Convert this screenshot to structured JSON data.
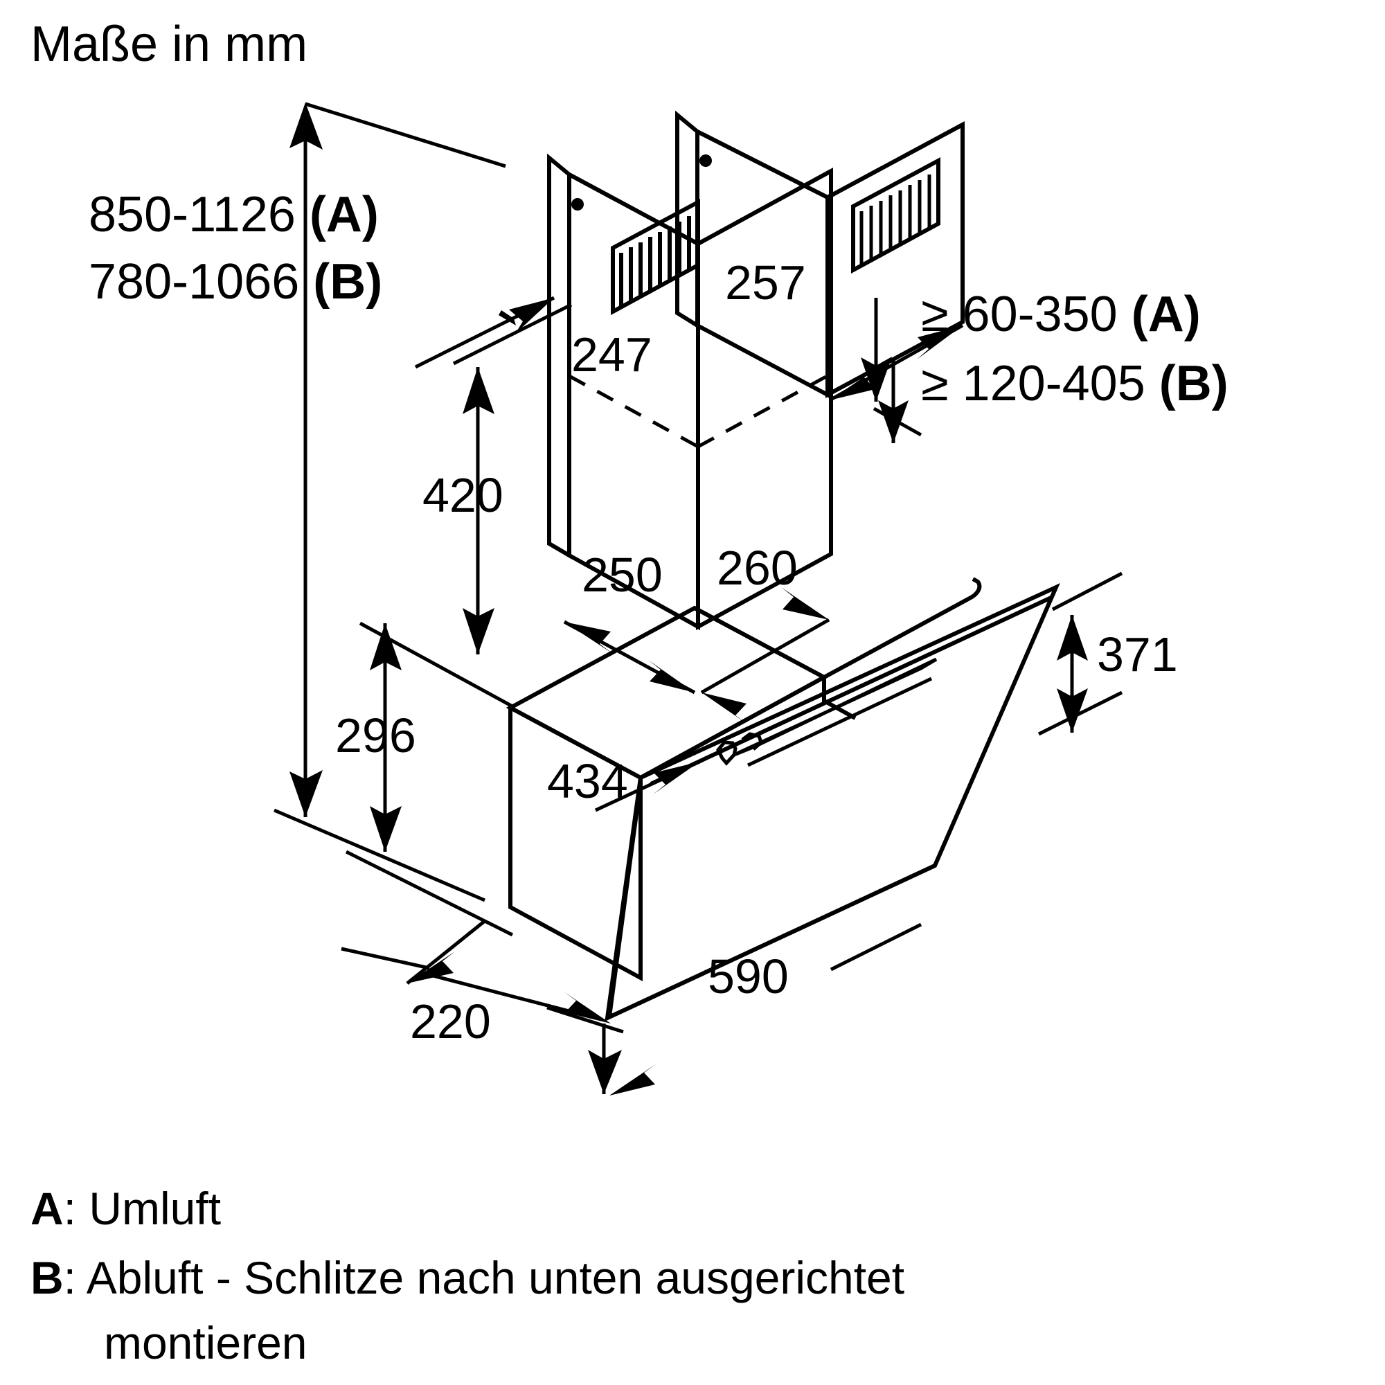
{
  "title": "Maße in mm",
  "height_ranges": [
    {
      "value": "850-1126",
      "variant": "(A)"
    },
    {
      "value": "780-1066",
      "variant": "(B)"
    }
  ],
  "clearance_ranges": [
    {
      "symbol": "≥",
      "value": "60-350",
      "variant": "(A)"
    },
    {
      "symbol": "≥",
      "value": "120-405",
      "variant": "(B)"
    }
  ],
  "dimensions": {
    "chimney_upper_depth": "257",
    "chimney_upper_width": "247",
    "chimney_height": "420",
    "chimney_lower_width": "250",
    "chimney_lower_depth": "260",
    "body_height": "296",
    "body_width": "434",
    "body_depth": "220",
    "glass_height": "371",
    "glass_width": "590"
  },
  "legend": [
    {
      "key": "A",
      "sep": ":",
      "text": "Umluft"
    },
    {
      "key": "B",
      "sep": ":",
      "text": "Abluft - Schlitze nach unten ausgerichtet",
      "text2": "montieren"
    }
  ],
  "colors": {
    "line": "#000000",
    "background": "#ffffff"
  }
}
